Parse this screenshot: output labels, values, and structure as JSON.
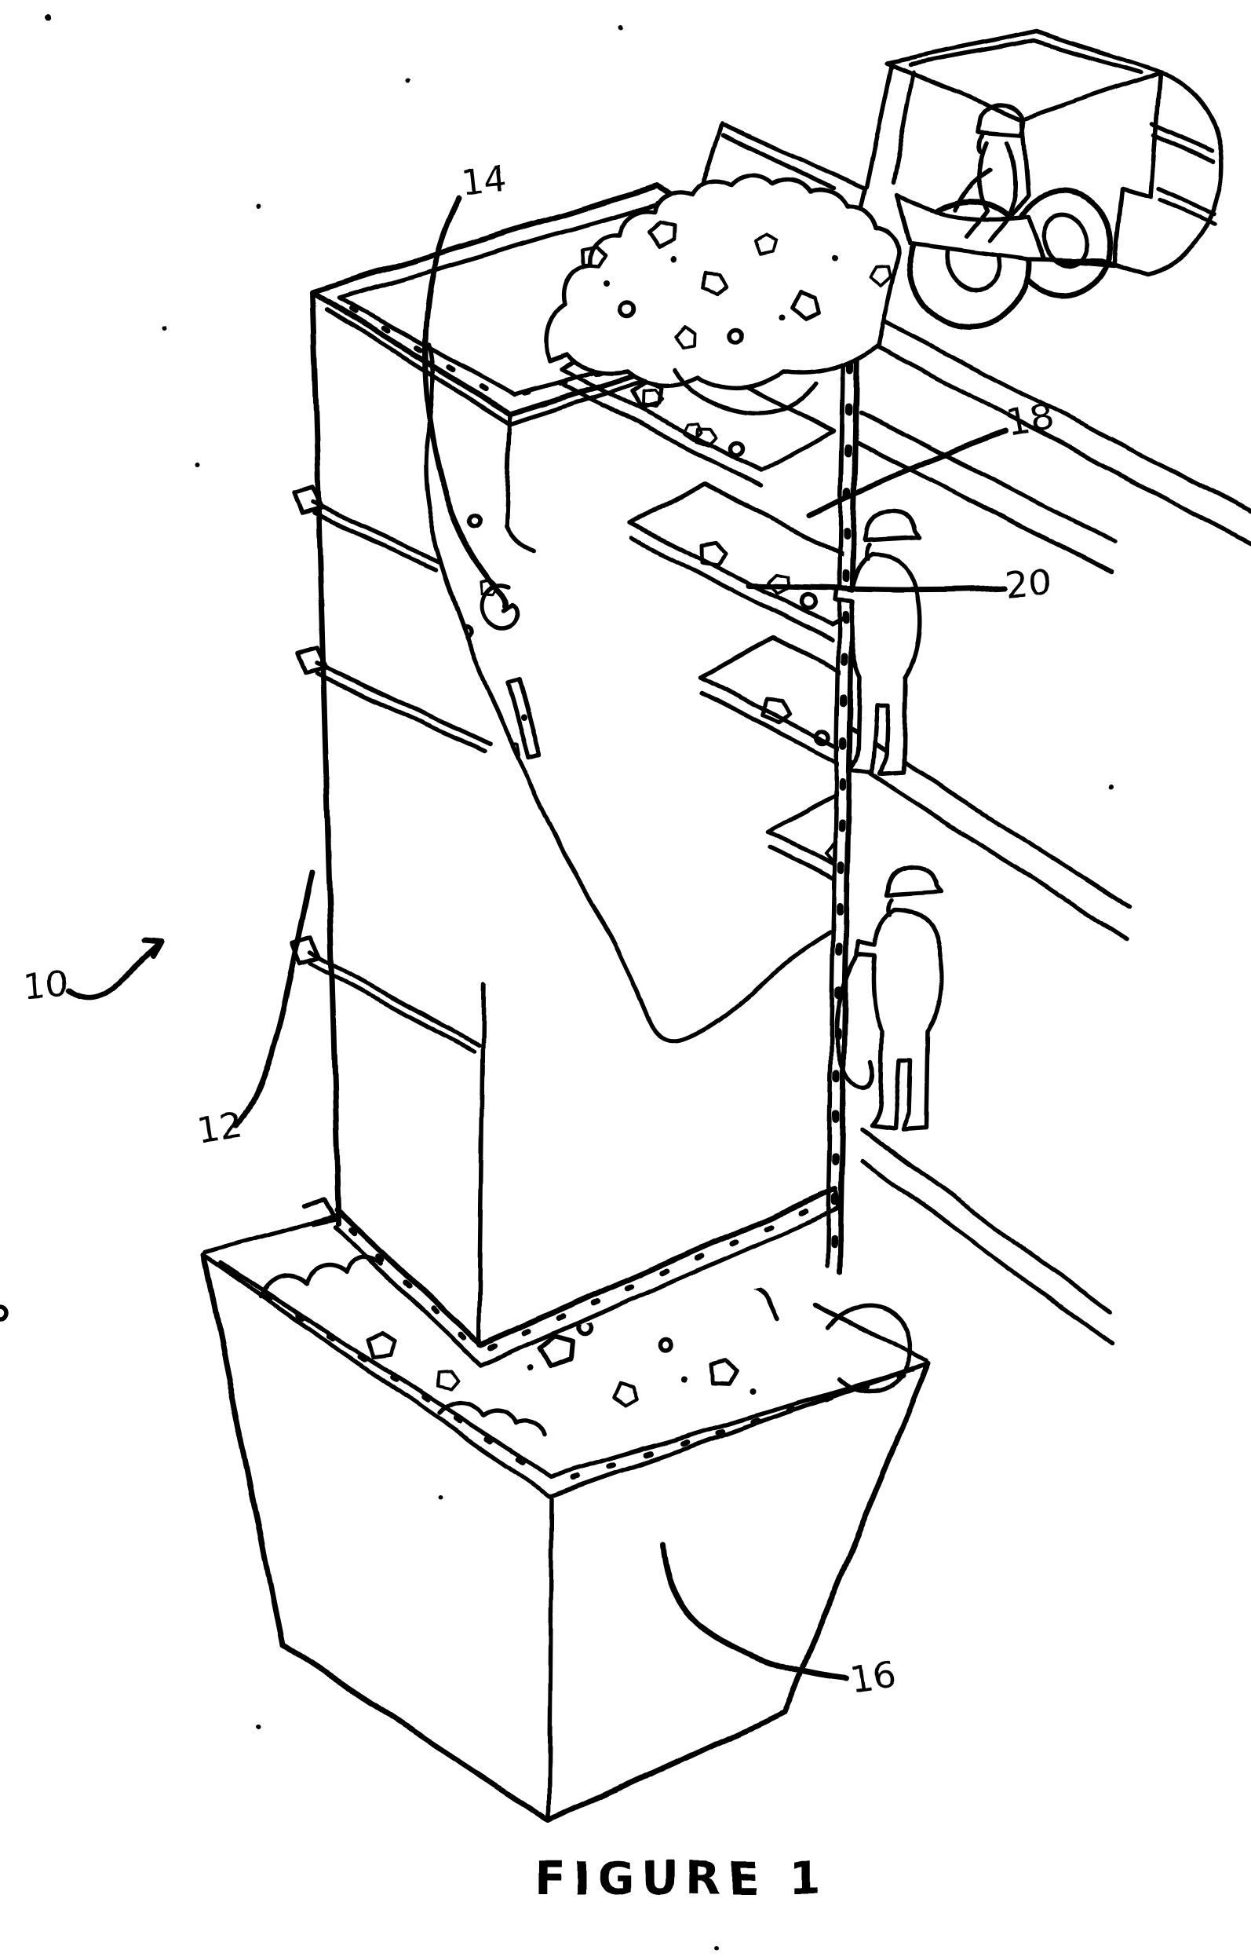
{
  "figure": {
    "caption": "FIGURE 1",
    "labels": {
      "ref10": "10",
      "ref12": "12",
      "ref14": "14",
      "ref16": "16",
      "ref18": "18",
      "ref20": "20"
    }
  }
}
